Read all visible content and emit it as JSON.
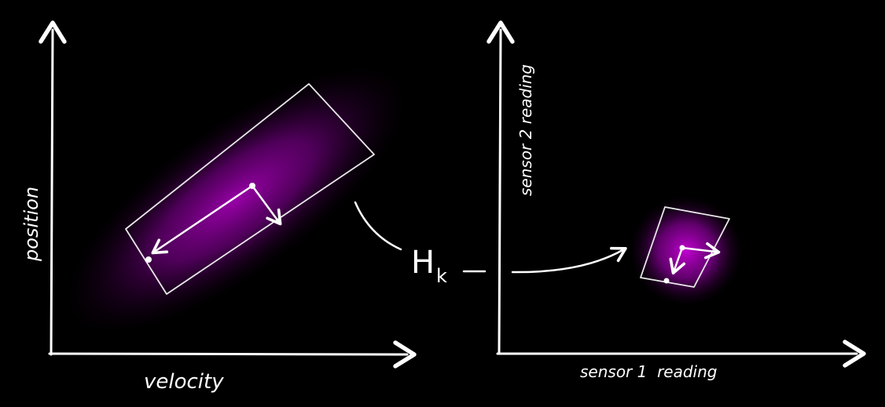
{
  "left_plot": {
    "x_axis_label": "velocity",
    "y_axis_label": "position"
  },
  "transform": {
    "label": "H",
    "subscript": "k"
  },
  "right_plot": {
    "x_axis_label": "sensor 1  reading",
    "y_axis_label": "sensor 2 reading"
  },
  "colors": {
    "background": "#000000",
    "stroke": "#ffffff",
    "glow": "#a000b0"
  }
}
